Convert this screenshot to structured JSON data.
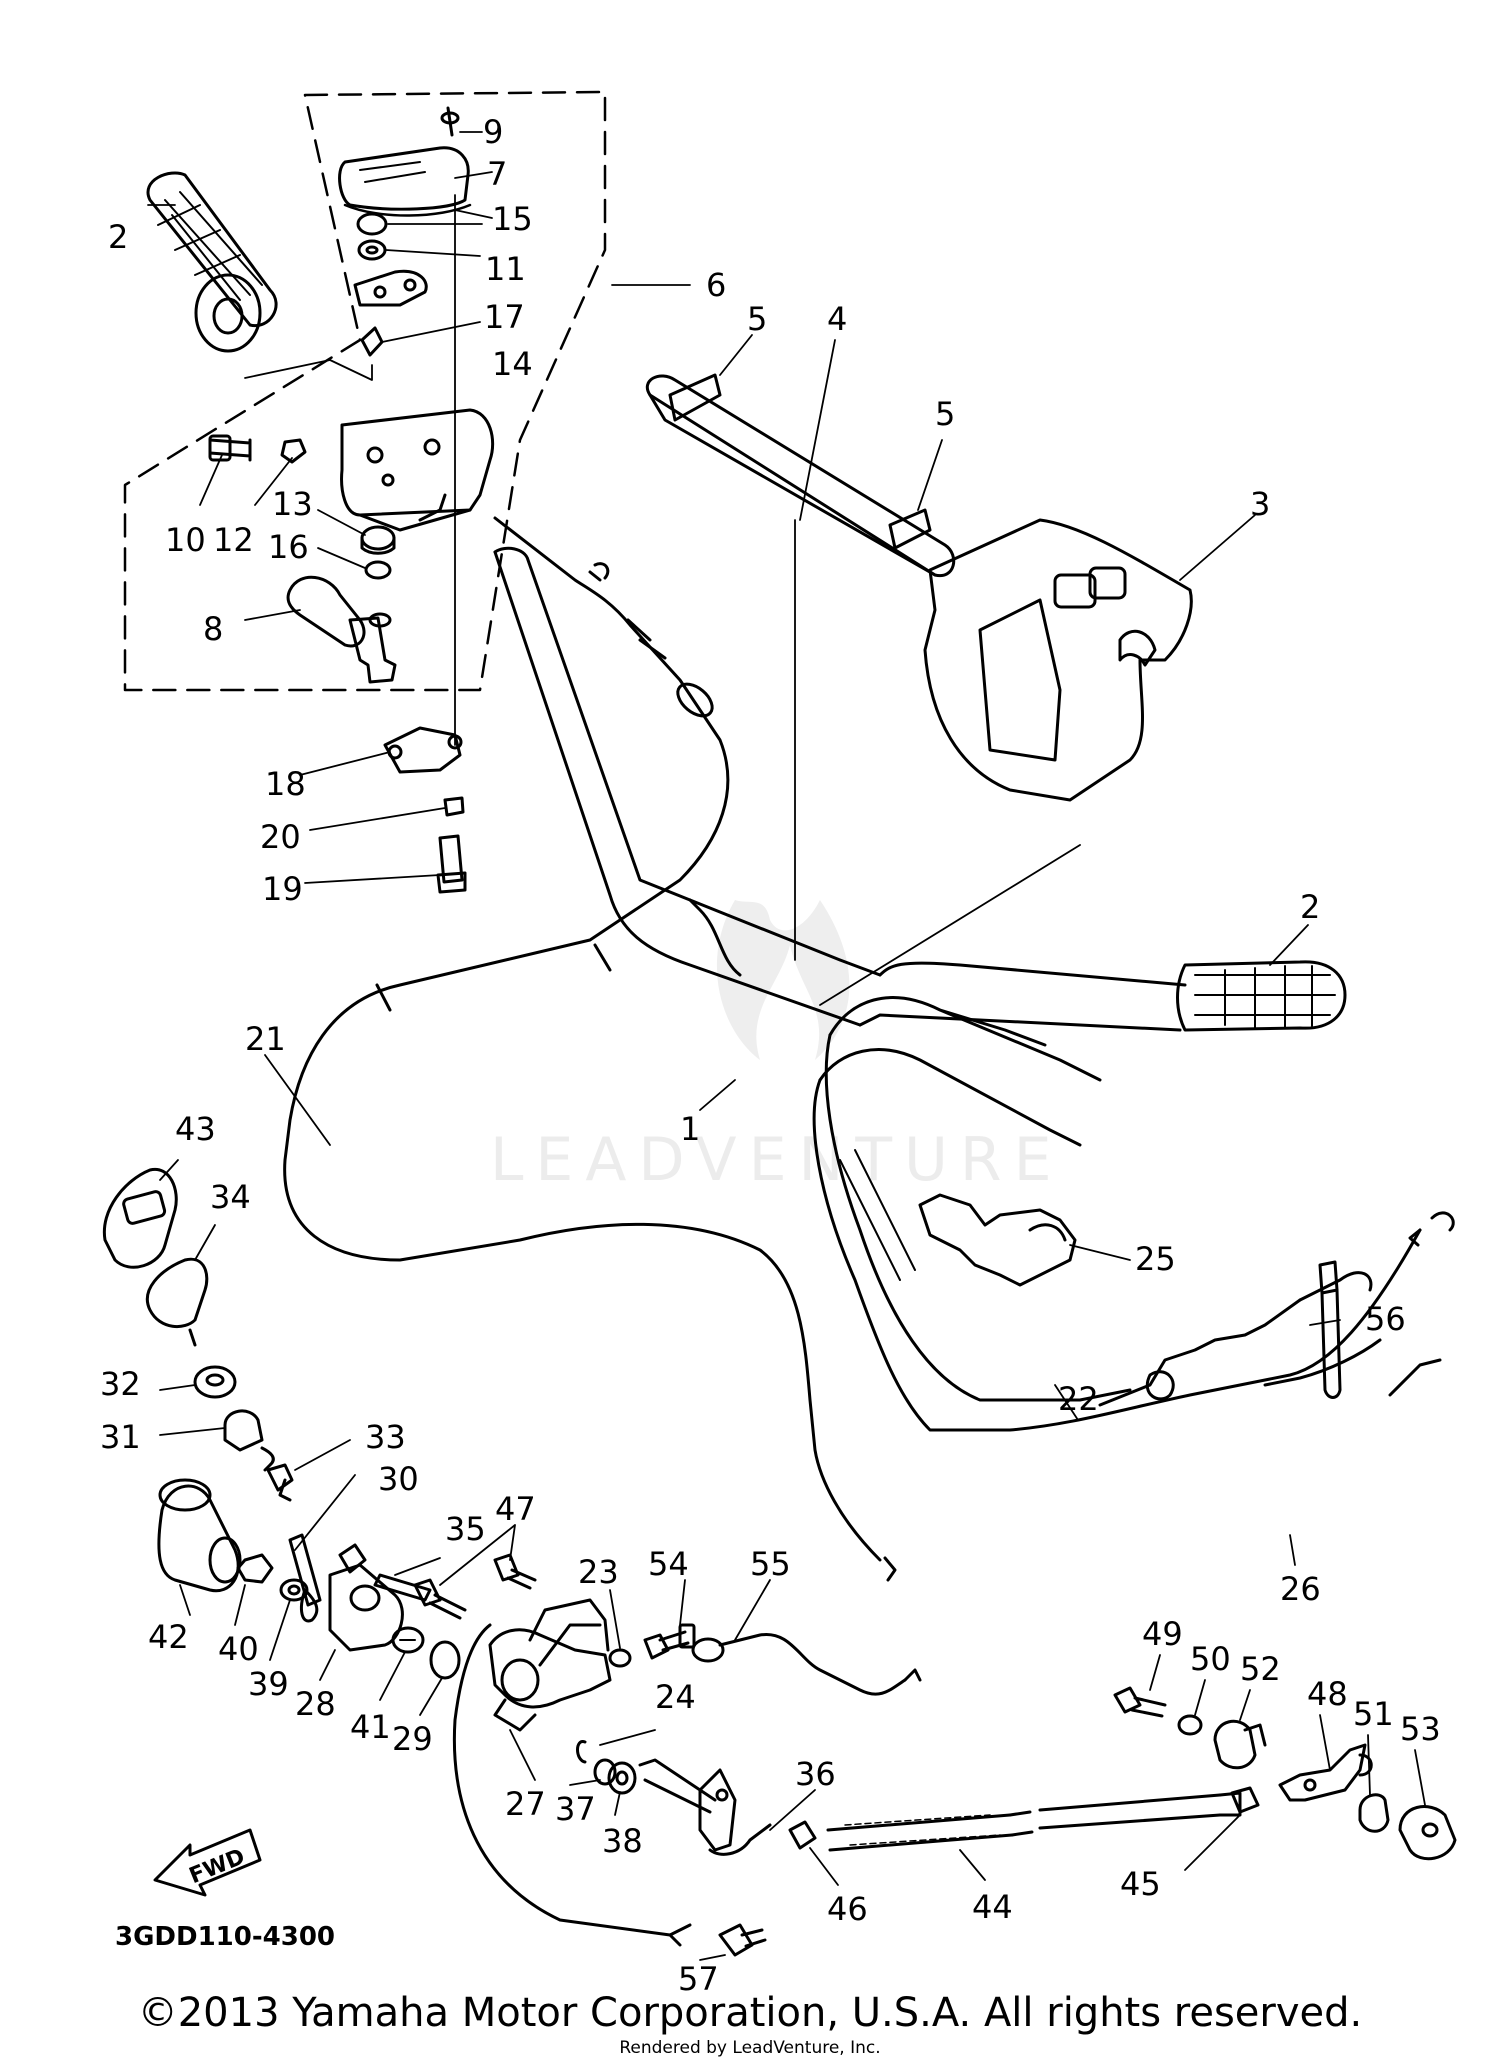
{
  "diagram": {
    "code": "3GDD110-4300",
    "fwd_label": "FWD",
    "watermark": "LEADVENTURE",
    "parts": [
      {
        "key": "p9",
        "label": "9"
      },
      {
        "key": "p7",
        "label": "7"
      },
      {
        "key": "p15",
        "label": "15"
      },
      {
        "key": "p11",
        "label": "11"
      },
      {
        "key": "p17",
        "label": "17"
      },
      {
        "key": "p6",
        "label": "6"
      },
      {
        "key": "p14",
        "label": "14"
      },
      {
        "key": "p2a",
        "label": "2"
      },
      {
        "key": "p10",
        "label": "10"
      },
      {
        "key": "p12",
        "label": "12"
      },
      {
        "key": "p13",
        "label": "13"
      },
      {
        "key": "p16",
        "label": "16"
      },
      {
        "key": "p8",
        "label": "8"
      },
      {
        "key": "p18",
        "label": "18"
      },
      {
        "key": "p20",
        "label": "20"
      },
      {
        "key": "p19",
        "label": "19"
      },
      {
        "key": "p5a",
        "label": "5"
      },
      {
        "key": "p4",
        "label": "4"
      },
      {
        "key": "p5b",
        "label": "5"
      },
      {
        "key": "p3",
        "label": "3"
      },
      {
        "key": "p2b",
        "label": "2"
      },
      {
        "key": "p21",
        "label": "21"
      },
      {
        "key": "p1",
        "label": "1"
      },
      {
        "key": "p43",
        "label": "43"
      },
      {
        "key": "p34",
        "label": "34"
      },
      {
        "key": "p25",
        "label": "25"
      },
      {
        "key": "p56",
        "label": "56"
      },
      {
        "key": "p32",
        "label": "32"
      },
      {
        "key": "p31",
        "label": "31"
      },
      {
        "key": "p33",
        "label": "33"
      },
      {
        "key": "p30",
        "label": "30"
      },
      {
        "key": "p22",
        "label": "22"
      },
      {
        "key": "p35",
        "label": "35"
      },
      {
        "key": "p47",
        "label": "47"
      },
      {
        "key": "p23",
        "label": "23"
      },
      {
        "key": "p54",
        "label": "54"
      },
      {
        "key": "p55",
        "label": "55"
      },
      {
        "key": "p42",
        "label": "42"
      },
      {
        "key": "p40",
        "label": "40"
      },
      {
        "key": "p39",
        "label": "39"
      },
      {
        "key": "p28",
        "label": "28"
      },
      {
        "key": "p41",
        "label": "41"
      },
      {
        "key": "p29",
        "label": "29"
      },
      {
        "key": "p26",
        "label": "26"
      },
      {
        "key": "p49",
        "label": "49"
      },
      {
        "key": "p50",
        "label": "50"
      },
      {
        "key": "p52",
        "label": "52"
      },
      {
        "key": "p24",
        "label": "24"
      },
      {
        "key": "p48",
        "label": "48"
      },
      {
        "key": "p51",
        "label": "51"
      },
      {
        "key": "p53",
        "label": "53"
      },
      {
        "key": "p36",
        "label": "36"
      },
      {
        "key": "p27",
        "label": "27"
      },
      {
        "key": "p37",
        "label": "37"
      },
      {
        "key": "p38",
        "label": "38"
      },
      {
        "key": "p46",
        "label": "46"
      },
      {
        "key": "p44",
        "label": "44"
      },
      {
        "key": "p45",
        "label": "45"
      },
      {
        "key": "p57",
        "label": "57"
      }
    ]
  },
  "footer": {
    "copyright": "©2013 Yamaha Motor Corporation, U.S.A. All rights reserved.",
    "rendered_by": "Rendered by LeadVenture, Inc."
  }
}
